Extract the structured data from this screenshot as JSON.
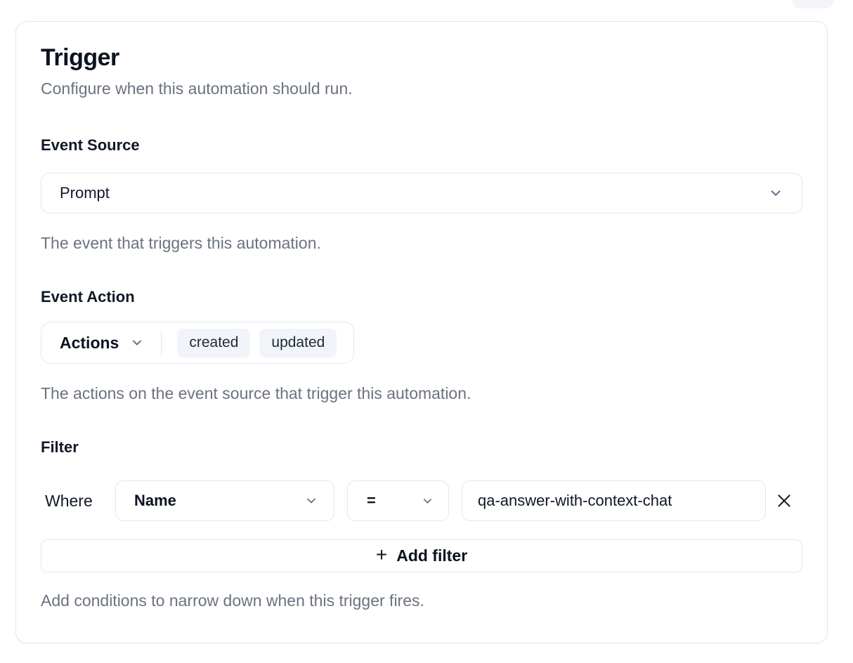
{
  "page": {
    "title": "Trigger",
    "subtitle": "Configure when this automation should run."
  },
  "event_source": {
    "label": "Event Source",
    "selected": "Prompt",
    "help": "The event that triggers this automation."
  },
  "event_action": {
    "label": "Event Action",
    "dropdown_label": "Actions",
    "tags": [
      "created",
      "updated"
    ],
    "help": "The actions on the event source that trigger this automation."
  },
  "filter": {
    "label": "Filter",
    "where_label": "Where",
    "field_selected": "Name",
    "operator_selected": "=",
    "value": "qa-answer-with-context-chat",
    "add_icon": "+",
    "add_label": "Add filter",
    "help": "Add conditions to narrow down when this trigger fires."
  },
  "icons": {
    "chevron_down": "chevron-down",
    "close": "x-mark",
    "plus": "plus"
  },
  "colors": {
    "text_primary": "#0f172a",
    "text_muted": "#6b7280",
    "border": "#e3e7ee",
    "tag_background": "#f1f4f9",
    "chevron": "#64748b",
    "card_background": "#ffffff"
  }
}
